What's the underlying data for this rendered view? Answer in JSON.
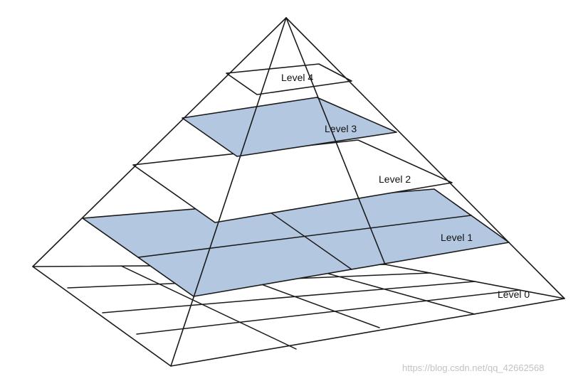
{
  "levels": [
    {
      "label": "Level 4",
      "highlighted": false
    },
    {
      "label": "Level 3",
      "highlighted": true
    },
    {
      "label": "Level 2",
      "highlighted": false
    },
    {
      "label": "Level 1",
      "highlighted": true
    },
    {
      "label": "Level 0",
      "highlighted": false
    }
  ],
  "watermark": "https://blog.csdn.net/qq_42662568",
  "colors": {
    "highlight_fill": "#b4c7e0",
    "line": "#1a1a1a",
    "background": "#ffffff",
    "watermark": "#c2c2c2"
  }
}
